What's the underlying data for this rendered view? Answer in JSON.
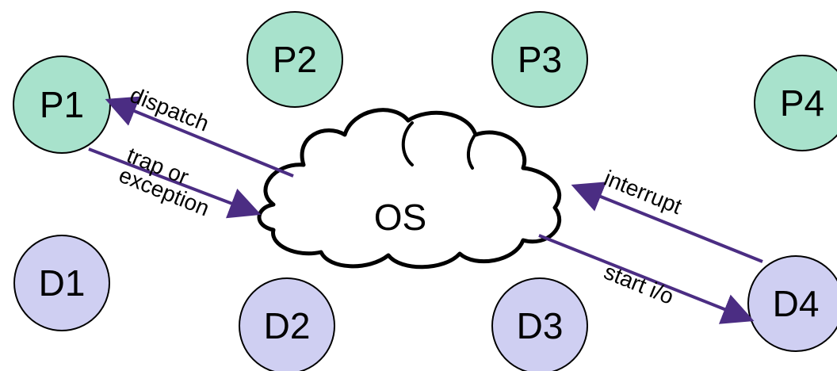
{
  "process_nodes": [
    "P1",
    "P2",
    "P3",
    "P4"
  ],
  "device_nodes": [
    "D1",
    "D2",
    "D3",
    "D4"
  ],
  "os_label": "OS",
  "edge_labels": {
    "dispatch": "dispatch",
    "trap_line1": "trap or",
    "trap_line2": "exception",
    "interrupt": "interrupt",
    "start_io": "start i/o"
  },
  "colors": {
    "process_fill": "#a8e2cc",
    "device_fill": "#cfcff2",
    "arrow": "#4b2d83",
    "outline": "#000000"
  }
}
